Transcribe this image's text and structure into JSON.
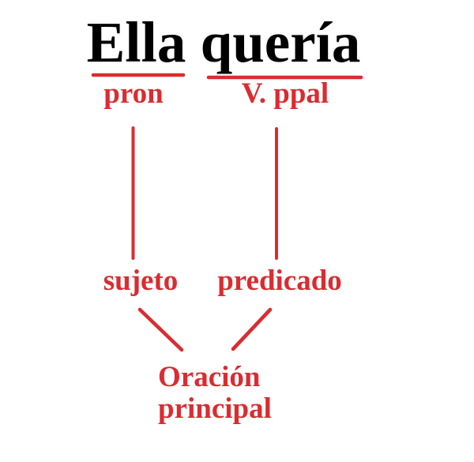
{
  "colors": {
    "red": "#da2c31",
    "text_black": "#000000",
    "background": "#ffffff"
  },
  "title": {
    "text": "Ella quería"
  },
  "labels": {
    "pos_left": "pron",
    "pos_right": "V. ppal",
    "func_left": "sujeto",
    "func_right": "predicado",
    "root_line1": "Oración",
    "root_line2": "principal"
  }
}
